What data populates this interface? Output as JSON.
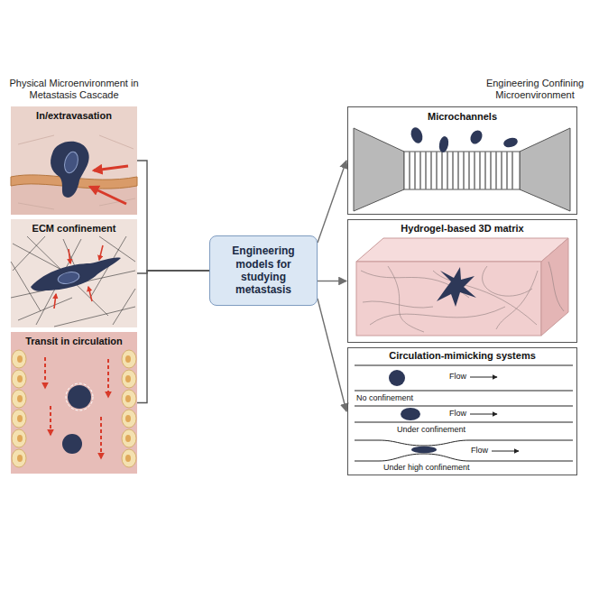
{
  "diagram": {
    "nodes": [
      {
        "text": [
          "In/extravasation"
        ]
      },
      {
        "text": [
          "ECM confinement"
        ]
      },
      {
        "text": [
          "Transit in circulation"
        ]
      },
      {
        "text": [
          "Engineering models for studying metastasis"
        ]
      },
      {
        "text": [
          "Microchannels"
        ]
      },
      {
        "text": [
          "Hydrogel-based 3D matrix"
        ]
      },
      {
        "text": [
          "Circulation-mimicking systems",
          "Flow",
          "No confinement",
          "Flow",
          "Under confinement",
          "Flow",
          "Under high confinement"
        ]
      }
    ],
    "edges": [
      {
        "from": 0,
        "to": 3,
        "arrow": "none"
      },
      {
        "from": 1,
        "to": 3,
        "arrow": "none"
      },
      {
        "from": 2,
        "to": 3,
        "arrow": "none"
      },
      {
        "from": 3,
        "to": 4,
        "arrow": "to"
      },
      {
        "from": 3,
        "to": 5,
        "arrow": "to"
      },
      {
        "from": 3,
        "to": 6,
        "arrow": "to"
      }
    ],
    "labels": [
      "Physical Microenvironment in Metastasis Cascade",
      "Engineering Confining Microenvironment"
    ]
  }
}
